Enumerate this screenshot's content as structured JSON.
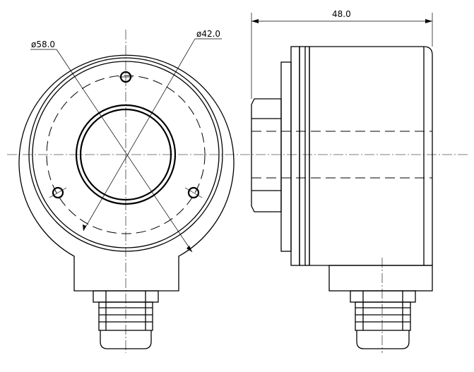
{
  "dimensions": {
    "outer_diameter": "ø58.0",
    "inner_diameter": "ø42.0",
    "body_length": "48.0"
  },
  "views": {
    "front": "front-view",
    "side": "side-view"
  }
}
